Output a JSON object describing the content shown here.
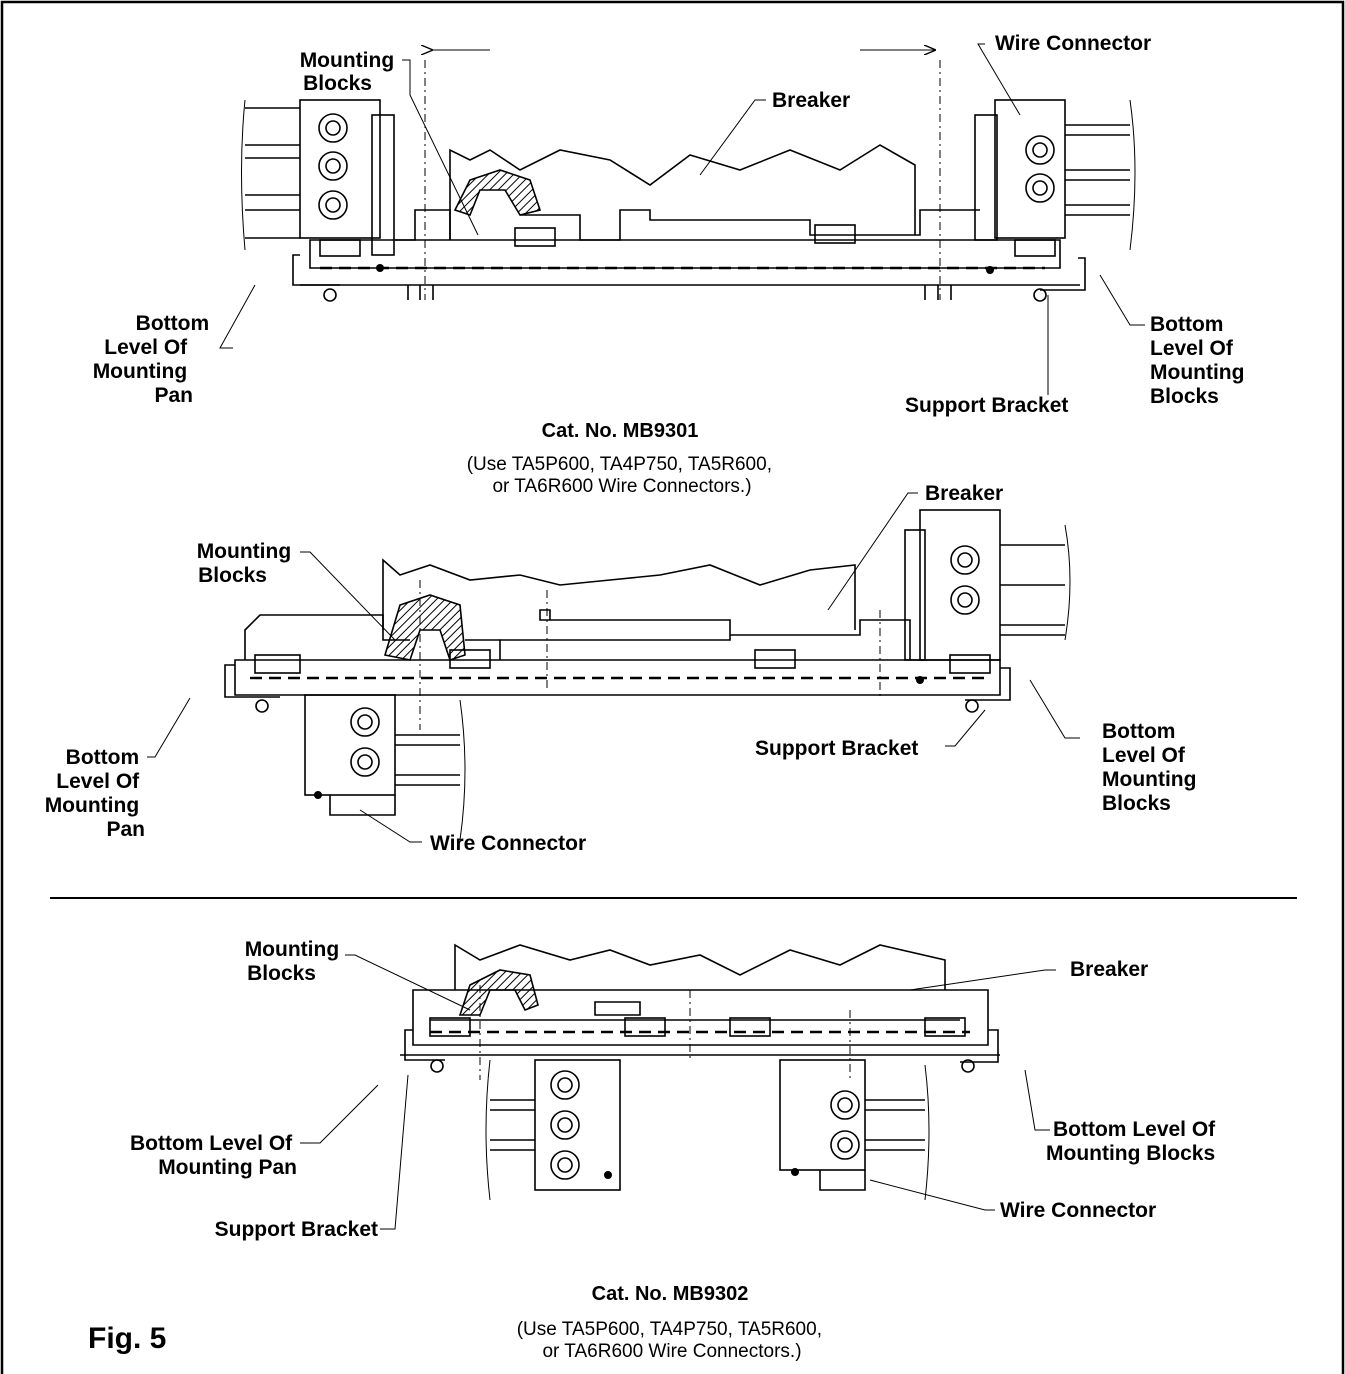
{
  "fig_label": "Fig. 5",
  "panels": [
    {
      "labels": {
        "mounting_blocks": [
          "Mounting",
          "Blocks"
        ],
        "wire_connector": "Wire Connector",
        "breaker": "Breaker",
        "bottom_pan": [
          "Bottom",
          "Level Of",
          "Mounting",
          "Pan"
        ],
        "bottom_blocks": [
          "Bottom",
          "Level Of",
          "Mounting",
          "Blocks"
        ],
        "support_bracket": "Support Bracket"
      }
    },
    {
      "cat_no": "Cat. No. MB9301",
      "note": [
        "(Use TA5P600, TA4P750, TA5R600,",
        "or TA6R600 Wire Connectors.)"
      ],
      "labels": {
        "breaker": "Breaker",
        "mounting_blocks": [
          "Mounting",
          "Blocks"
        ],
        "support_bracket": "Support Bracket",
        "bottom_blocks": [
          "Bottom",
          "Level Of",
          "Mounting",
          "Blocks"
        ],
        "bottom_pan": [
          "Bottom",
          "Level Of",
          "Mounting",
          "Pan"
        ],
        "wire_connector": "Wire Connector"
      }
    },
    {
      "cat_no": "Cat. No. MB9302",
      "note": [
        "(Use TA5P600, TA4P750, TA5R600,",
        "or TA6R600 Wire Connectors.)"
      ],
      "labels": {
        "mounting_blocks": [
          "Mounting",
          "Blocks"
        ],
        "breaker": "Breaker",
        "bottom_pan": [
          "Bottom Level Of",
          "Mounting Pan"
        ],
        "bottom_blocks": [
          "Bottom Level Of",
          "Mounting Blocks"
        ],
        "support_bracket": "Support Bracket",
        "wire_connector": "Wire Connector"
      }
    }
  ]
}
